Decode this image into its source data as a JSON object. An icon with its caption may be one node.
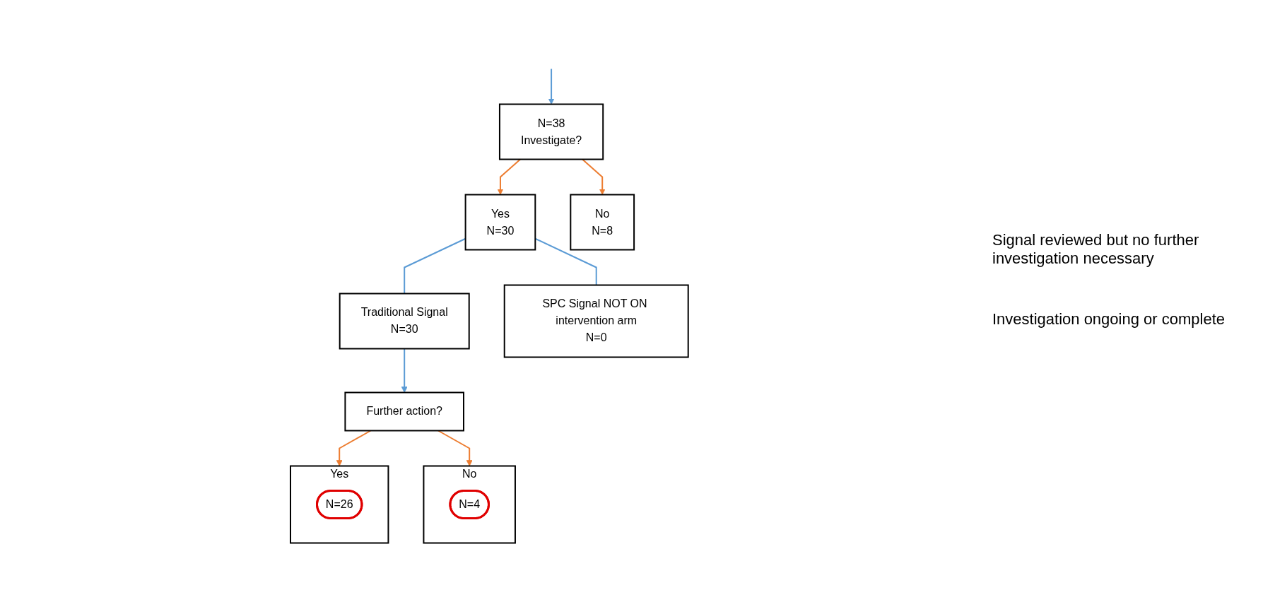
{
  "diagram": {
    "nodes": [
      {
        "text": [
          "N=38",
          "Investigate?"
        ]
      },
      {
        "text": [
          "Yes",
          "N=30"
        ]
      },
      {
        "text": [
          "No",
          "N=8"
        ]
      },
      {
        "text": [
          "Traditional Signal",
          "N=30"
        ]
      },
      {
        "text": [
          "SPC Signal NOT ON intervention arm",
          "N=0"
        ]
      },
      {
        "text": [
          "Further action?"
        ]
      },
      {
        "text": [
          "Yes"
        ]
      },
      {
        "text": [
          "N=26"
        ],
        "in": 6
      },
      {
        "text": [
          "No"
        ]
      },
      {
        "text": [
          "N=4"
        ],
        "in": 8
      }
    ],
    "edges": [
      {
        "from": null,
        "to": 0,
        "arrow": "to",
        "color": "#5b9bd5"
      },
      {
        "from": 0,
        "to": 1,
        "arrow": "to",
        "color": "#ed7d31"
      },
      {
        "from": 0,
        "to": 2,
        "arrow": "to",
        "color": "#ed7d31"
      },
      {
        "from": 1,
        "to": 3,
        "arrow": "none",
        "color": "#5b9bd5"
      },
      {
        "from": 1,
        "to": 4,
        "arrow": "none",
        "color": "#5b9bd5"
      },
      {
        "from": 3,
        "to": 5,
        "arrow": "to",
        "color": "#5b9bd5"
      },
      {
        "from": 5,
        "to": 6,
        "arrow": "to",
        "color": "#ed7d31"
      },
      {
        "from": 5,
        "to": 8,
        "arrow": "to",
        "color": "#ed7d31"
      }
    ],
    "labels": [
      "Signal reviewed but no further investigation necessary",
      "Investigation ongoing or complete"
    ]
  }
}
